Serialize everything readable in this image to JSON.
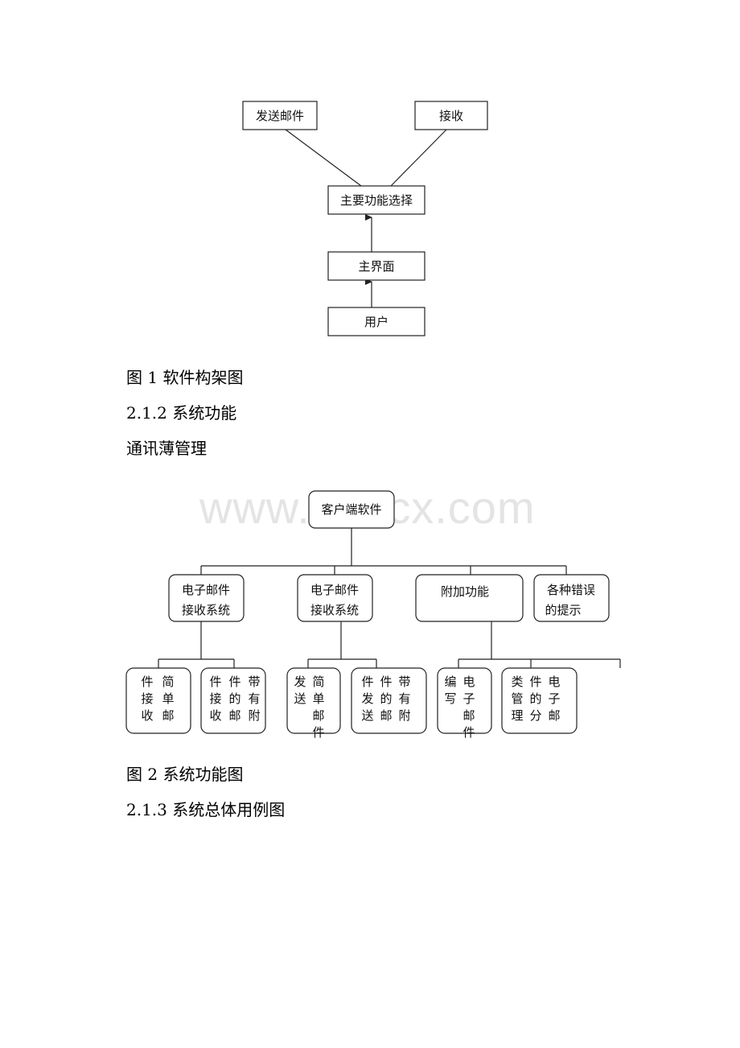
{
  "watermark": "www.bdocx.com",
  "diagram1": {
    "send": "发送邮件",
    "receive": "接收",
    "main_select": "主要功能选择",
    "main_ui": "主界面",
    "user": "用户"
  },
  "caption1": "图 1 软件构架图",
  "heading_212": "2.1.2 系统功能",
  "heading_contacts": "通讯薄管理",
  "diagram2": {
    "root": "客户端软件",
    "level1": [
      {
        "line1": "电子邮件",
        "line2": "接收系统"
      },
      {
        "line1": "电子邮件",
        "line2": "接收系统"
      },
      {
        "line1": "附加功能",
        "line2": ""
      },
      {
        "line1": "各种错误",
        "line2": "的提示"
      }
    ],
    "leaves": [
      {
        "cols": [
          "件接收",
          "简单邮"
        ]
      },
      {
        "cols": [
          "件接收",
          "件的邮",
          "带有附"
        ]
      },
      {
        "cols": [
          "发送",
          "简单邮件"
        ]
      },
      {
        "cols": [
          "件发送",
          "件的邮",
          "带有附"
        ]
      },
      {
        "cols": [
          "编写",
          "电子邮件"
        ]
      },
      {
        "cols": [
          "类管理",
          "件的分",
          "电子邮"
        ]
      }
    ]
  },
  "caption2": "图 2 系统功能图",
  "heading_213": "2.1.3 系统总体用例图"
}
